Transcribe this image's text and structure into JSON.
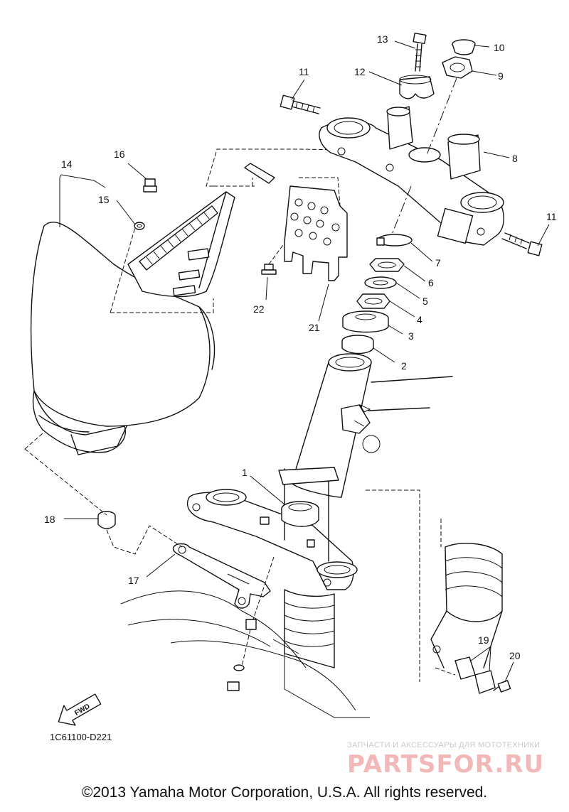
{
  "diagram": {
    "code": "1C61100-D221",
    "fwd_label": "FWD",
    "callouts": [
      {
        "id": "1",
        "label": "1"
      },
      {
        "id": "2",
        "label": "2"
      },
      {
        "id": "3",
        "label": "3"
      },
      {
        "id": "4",
        "label": "4"
      },
      {
        "id": "5",
        "label": "5"
      },
      {
        "id": "6",
        "label": "6"
      },
      {
        "id": "7",
        "label": "7"
      },
      {
        "id": "8",
        "label": "8"
      },
      {
        "id": "9",
        "label": "9"
      },
      {
        "id": "10",
        "label": "10"
      },
      {
        "id": "11a",
        "label": "11"
      },
      {
        "id": "11b",
        "label": "11"
      },
      {
        "id": "12",
        "label": "12"
      },
      {
        "id": "13",
        "label": "13"
      },
      {
        "id": "14",
        "label": "14"
      },
      {
        "id": "15",
        "label": "15"
      },
      {
        "id": "16",
        "label": "16"
      },
      {
        "id": "17",
        "label": "17"
      },
      {
        "id": "18",
        "label": "18"
      },
      {
        "id": "19",
        "label": "19"
      },
      {
        "id": "20",
        "label": "20"
      },
      {
        "id": "21",
        "label": "21"
      },
      {
        "id": "22",
        "label": "22"
      }
    ]
  },
  "watermark": {
    "tagline": "ЗАПЧАСТИ И АКСЕССУАРЫ ДЛЯ МОТОТЕХНИКИ",
    "brand": "PARTSFOR.RU"
  },
  "footer": {
    "copyright": "©2013 Yamaha Motor Corporation, U.S.A. All rights reserved."
  }
}
